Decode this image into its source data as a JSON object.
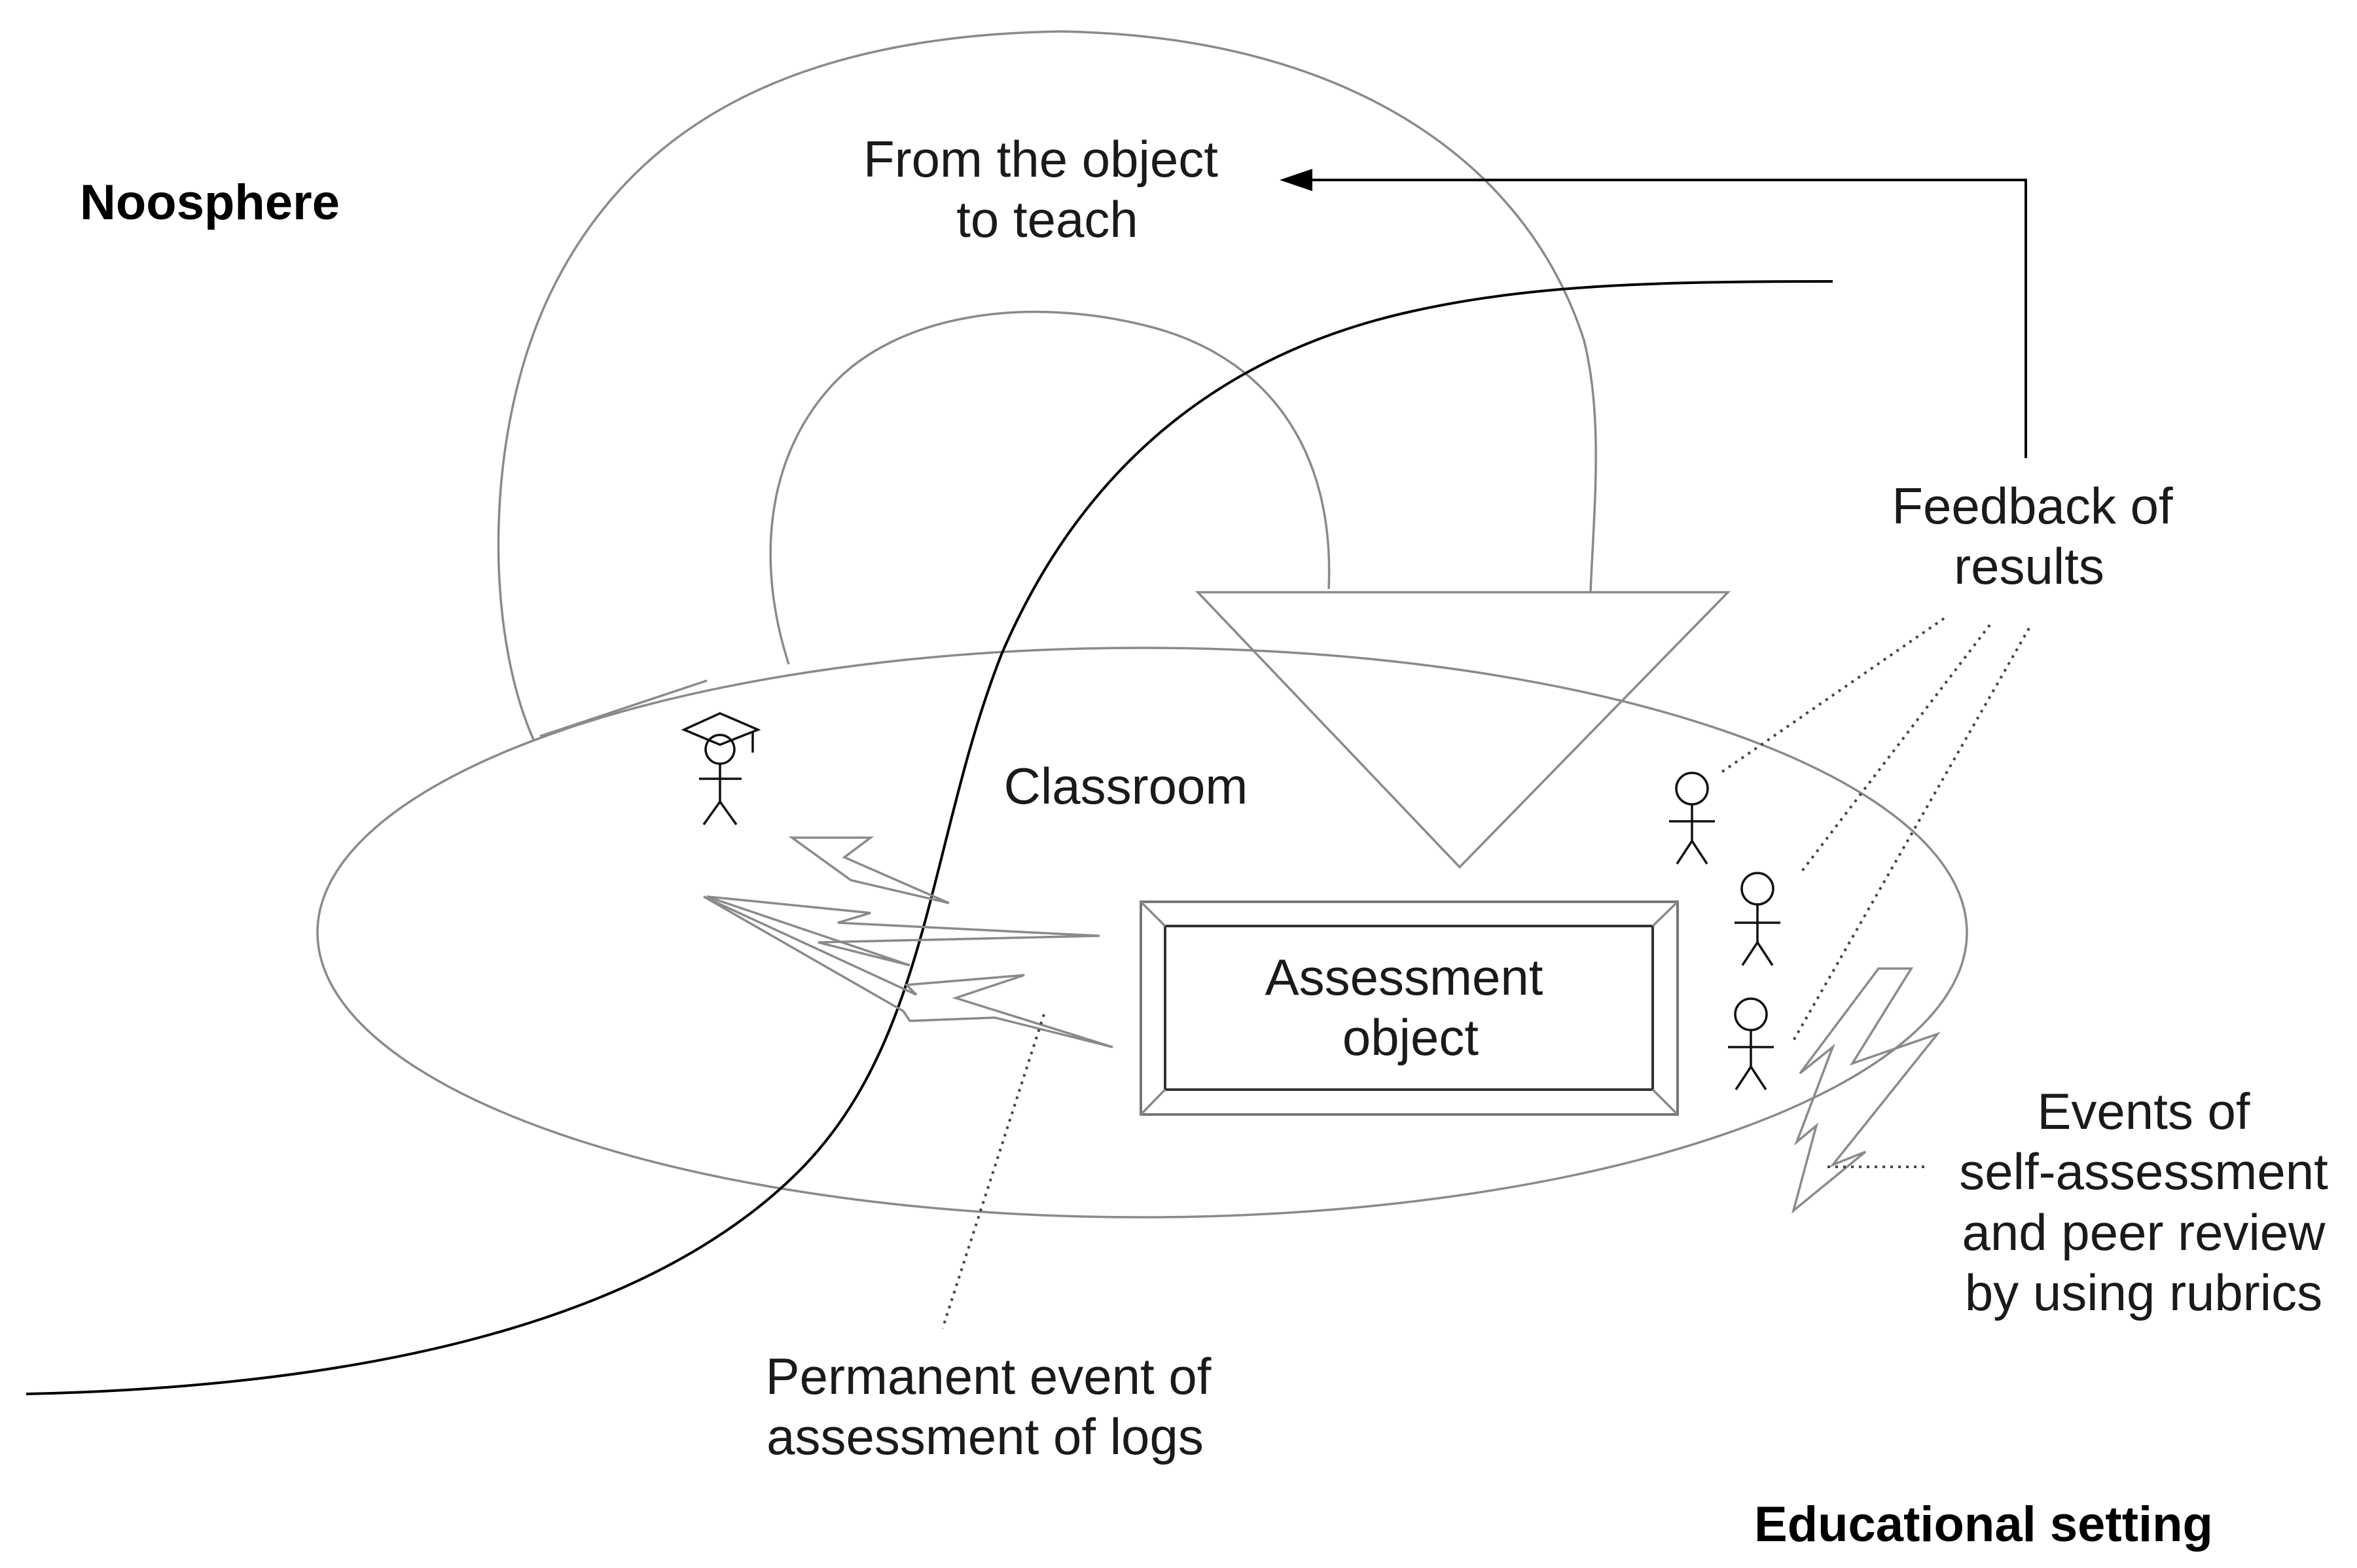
{
  "labels": {
    "noosphere": "Noosphere",
    "educational_setting": "Educational setting",
    "from_object_line1": "From the object",
    "from_object_line2": "to teach",
    "classroom": "Classroom",
    "assessment_line1": "Assessment",
    "assessment_line2": "object",
    "feedback_line1": "Feedback of",
    "feedback_line2": "results",
    "events_line1": "Events of",
    "events_line2": "self-assessment",
    "events_line3": "and peer review",
    "events_line4": "by using rubrics",
    "permanent_line1": "Permanent event of",
    "permanent_line2": "assessment of logs"
  },
  "colors": {
    "thin_stroke": "#8a8a8a",
    "dark_stroke": "#000000",
    "text": "#1a1a1a"
  }
}
